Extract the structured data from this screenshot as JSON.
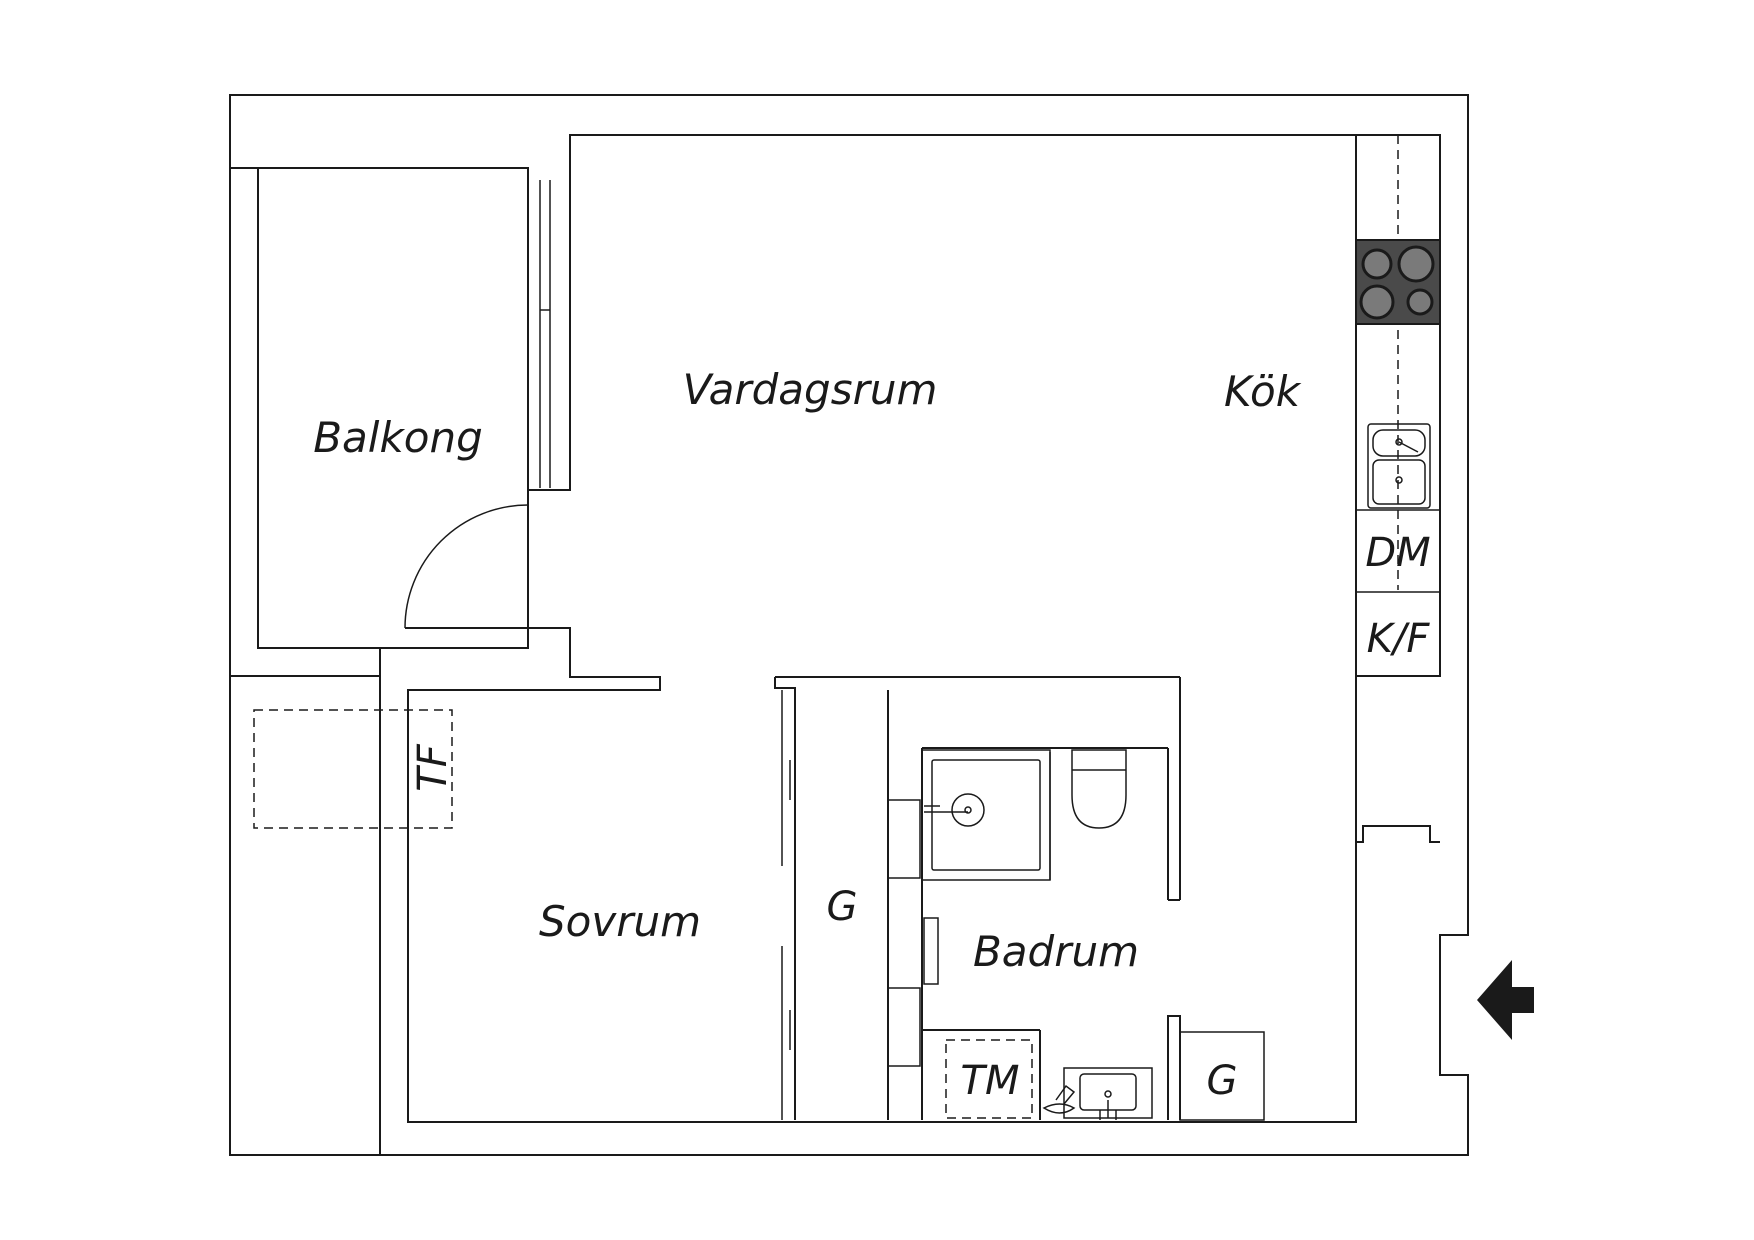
{
  "rooms": {
    "balkong": "Balkong",
    "vardagsrum": "Vardagsrum",
    "kok": "Kök",
    "sovrum": "Sovrum",
    "badrum": "Badrum"
  },
  "fixtures": {
    "dm": "DM",
    "kf": "K/F",
    "tf": "TF",
    "tm": "TM",
    "g_sovrum": "G",
    "g_badrum": "G"
  },
  "icons": {
    "entrance": "entrance-arrow-icon",
    "stove": "stove-icon",
    "sink": "kitchen-sink-icon",
    "shower": "shower-icon",
    "toilet": "toilet-icon",
    "washbasin": "washbasin-icon"
  },
  "colors": {
    "line": "#1a1a1a",
    "stove_fill": "#4a4a4a",
    "burner_fill": "#7a7a7a",
    "background": "#ffffff"
  }
}
